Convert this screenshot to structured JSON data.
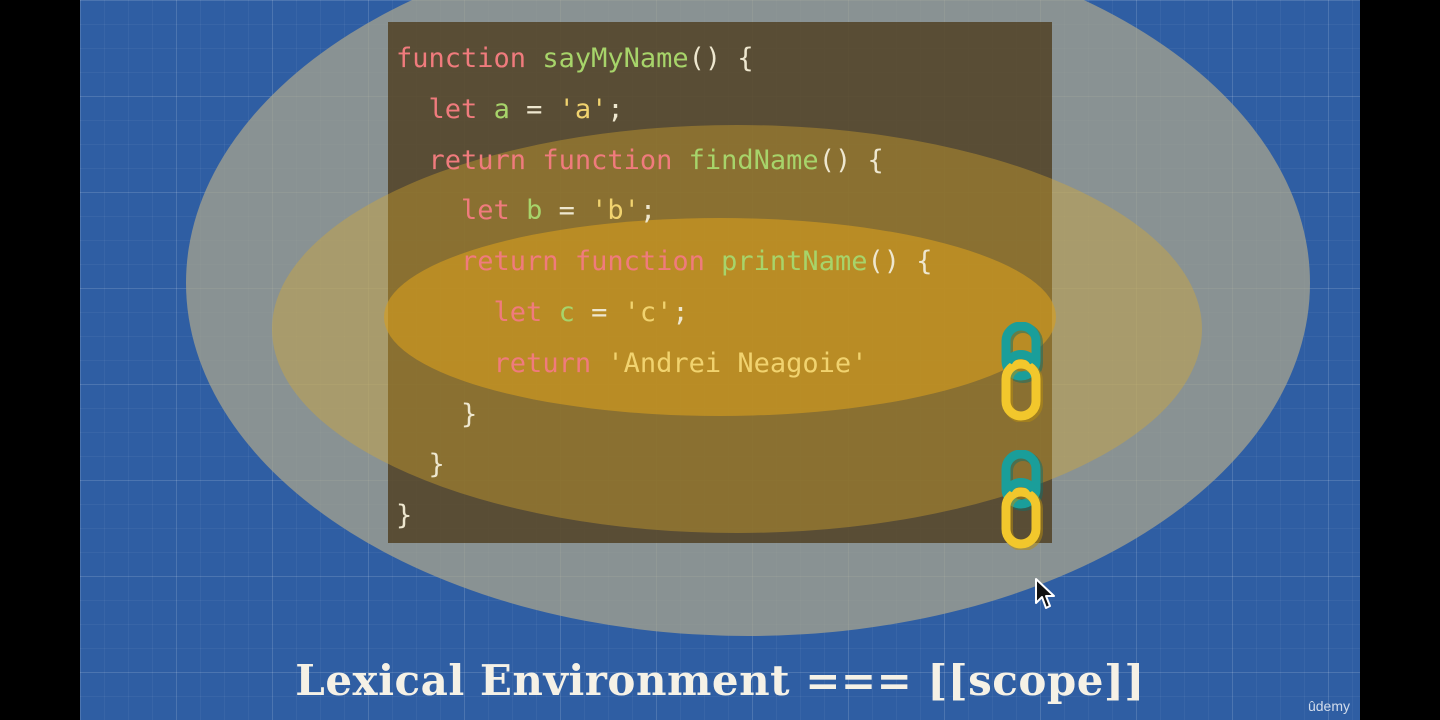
{
  "code_lines": [
    [
      {
        "t": "function",
        "c": "kw"
      },
      {
        "t": " ",
        "c": "p"
      },
      {
        "t": "sayMyName",
        "c": "fn"
      },
      {
        "t": "() {",
        "c": "p"
      }
    ],
    [
      {
        "t": "  ",
        "c": "p"
      },
      {
        "t": "let",
        "c": "kw"
      },
      {
        "t": " ",
        "c": "p"
      },
      {
        "t": "a",
        "c": "fn"
      },
      {
        "t": " = ",
        "c": "p"
      },
      {
        "t": "'a'",
        "c": "str"
      },
      {
        "t": ";",
        "c": "p"
      }
    ],
    [
      {
        "t": "  ",
        "c": "p"
      },
      {
        "t": "return",
        "c": "kw"
      },
      {
        "t": " ",
        "c": "p"
      },
      {
        "t": "function",
        "c": "kw"
      },
      {
        "t": " ",
        "c": "p"
      },
      {
        "t": "findName",
        "c": "fn"
      },
      {
        "t": "() {",
        "c": "p"
      }
    ],
    [
      {
        "t": "    ",
        "c": "p"
      },
      {
        "t": "let",
        "c": "kw"
      },
      {
        "t": " ",
        "c": "p"
      },
      {
        "t": "b",
        "c": "fn"
      },
      {
        "t": " = ",
        "c": "p"
      },
      {
        "t": "'b'",
        "c": "str"
      },
      {
        "t": ";",
        "c": "p"
      }
    ],
    [
      {
        "t": "    ",
        "c": "p"
      },
      {
        "t": "return",
        "c": "kw"
      },
      {
        "t": " ",
        "c": "p"
      },
      {
        "t": "function",
        "c": "kw"
      },
      {
        "t": " ",
        "c": "p"
      },
      {
        "t": "printName",
        "c": "fn"
      },
      {
        "t": "() {",
        "c": "p"
      }
    ],
    [
      {
        "t": "      ",
        "c": "p"
      },
      {
        "t": "let",
        "c": "kw"
      },
      {
        "t": " ",
        "c": "p"
      },
      {
        "t": "c",
        "c": "fn"
      },
      {
        "t": " = ",
        "c": "p"
      },
      {
        "t": "'c'",
        "c": "str"
      },
      {
        "t": ";",
        "c": "p"
      }
    ],
    [
      {
        "t": "      ",
        "c": "p"
      },
      {
        "t": "return",
        "c": "kw"
      },
      {
        "t": " ",
        "c": "p"
      },
      {
        "t": "'Andrei Neagoie'",
        "c": "str"
      }
    ],
    [
      {
        "t": "    }",
        "c": "p"
      }
    ],
    [
      {
        "t": "  }",
        "c": "p"
      }
    ],
    [
      {
        "t": "}",
        "c": "p"
      }
    ]
  ],
  "caption": "Lexical Environment === [[scope]]",
  "brand": "ûdemy",
  "icons": {
    "chain_link": "chain-link-icon",
    "cursor": "mouse-pointer-icon"
  },
  "colors": {
    "background": "#2f5ea3",
    "keyword": "#f07b7d",
    "identifier": "#a7d46a",
    "string": "#f1d36f",
    "chain_teal": "#1a9e9a",
    "chain_yellow": "#f2c72c"
  }
}
